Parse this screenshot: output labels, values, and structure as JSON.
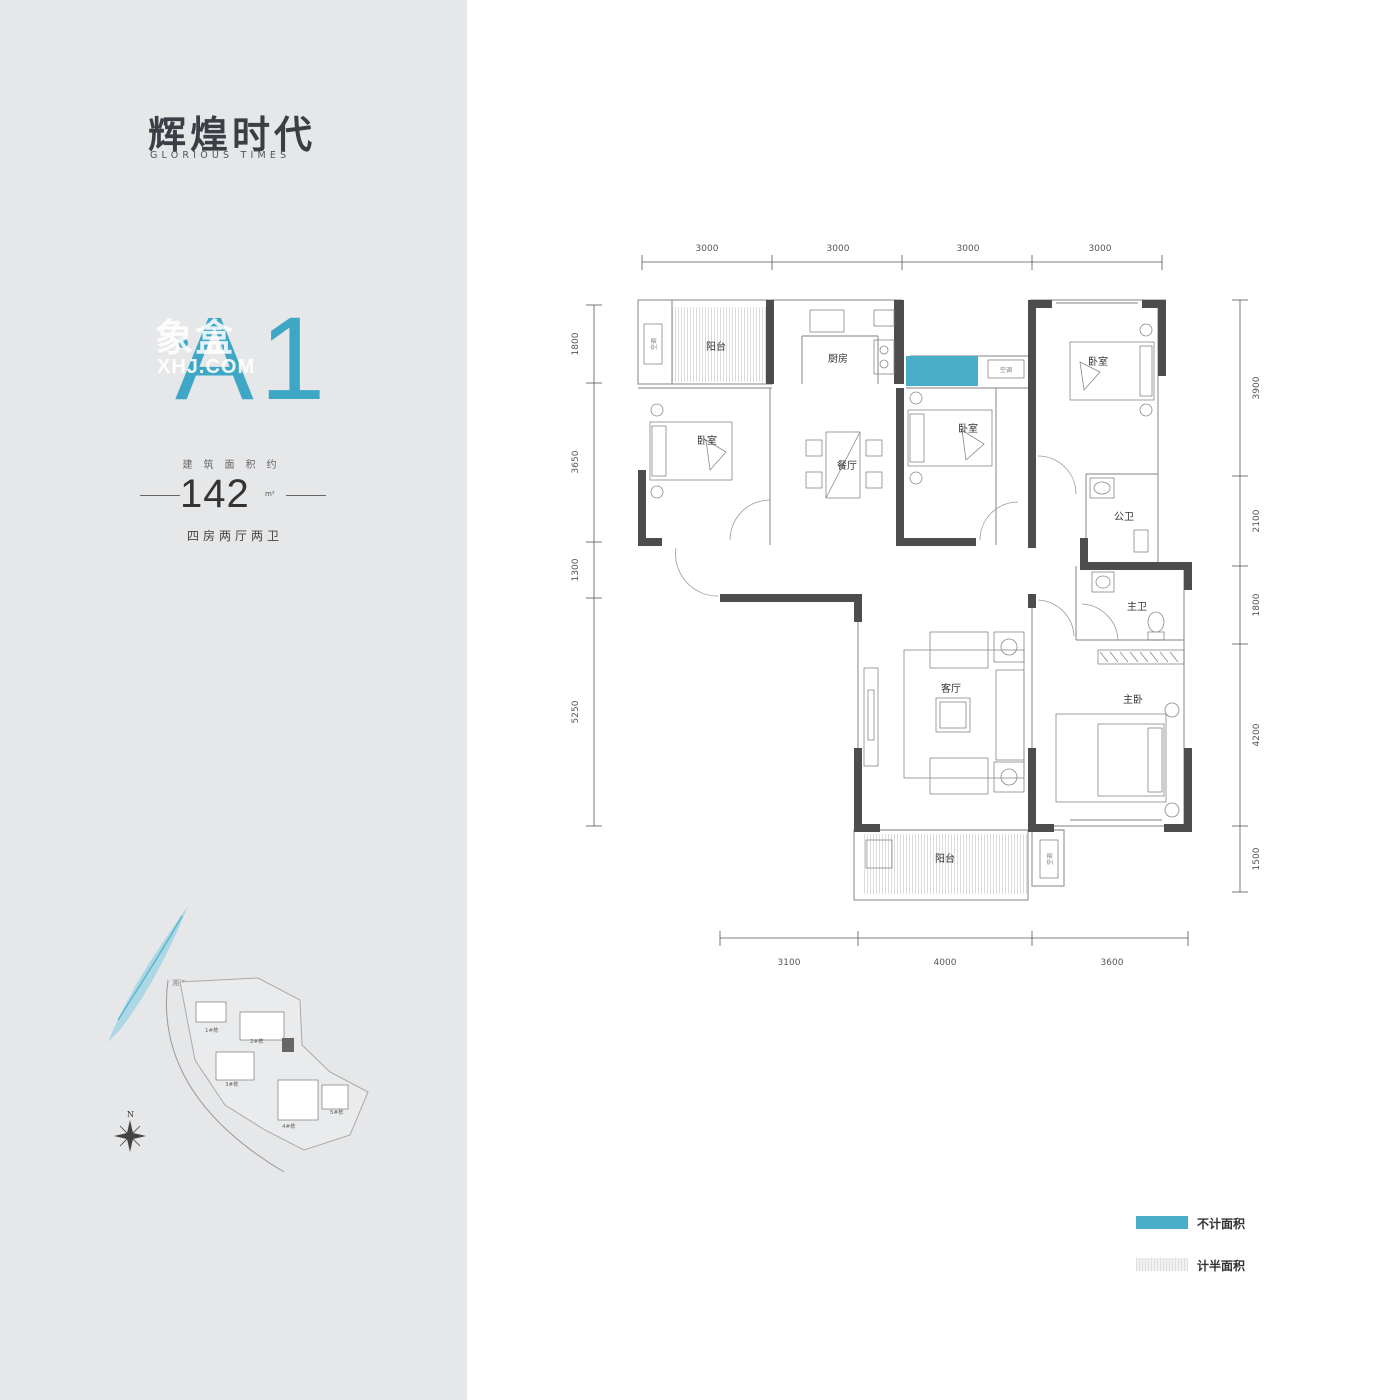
{
  "brand": {
    "name_cn": "辉煌时代",
    "name_en": "GLORIOUS TIMES"
  },
  "watermark": {
    "logo": "象盒",
    "url": "XHJ.COM"
  },
  "unit": {
    "code": "A1",
    "area_label": "建筑面积约",
    "area_value": "142",
    "area_unit": "m²",
    "layout": "四房两厅两卫"
  },
  "plan": {
    "dims_top": [
      "3000",
      "3000",
      "3000",
      "3000"
    ],
    "dims_bottom": [
      "3100",
      "4000",
      "3600"
    ],
    "dims_left": [
      "1800",
      "3650",
      "1300",
      "5250"
    ],
    "dims_right": [
      "3900",
      "2100",
      "1800",
      "4200",
      "1500"
    ],
    "rooms": {
      "balcony_nw": "阳台",
      "kitchen": "厨房",
      "bedroom_w": "卧室",
      "dining": "餐厅",
      "bedroom_mid": "卧室",
      "bedroom_ne": "卧室",
      "public_bath": "公卫",
      "master_bath": "主卫",
      "living": "客厅",
      "master_bedroom": "主卧",
      "balcony_s": "阳台"
    },
    "ac_label": "空调"
  },
  "site": {
    "river": "湘江",
    "buildings": [
      "1#栋",
      "2#栋",
      "3#栋",
      "4#栋",
      "5#栋"
    ],
    "north": "N"
  },
  "legend": [
    {
      "label": "不计面积",
      "color": "#4aaec9"
    },
    {
      "label": "计半面积",
      "color": "#dedede"
    }
  ]
}
